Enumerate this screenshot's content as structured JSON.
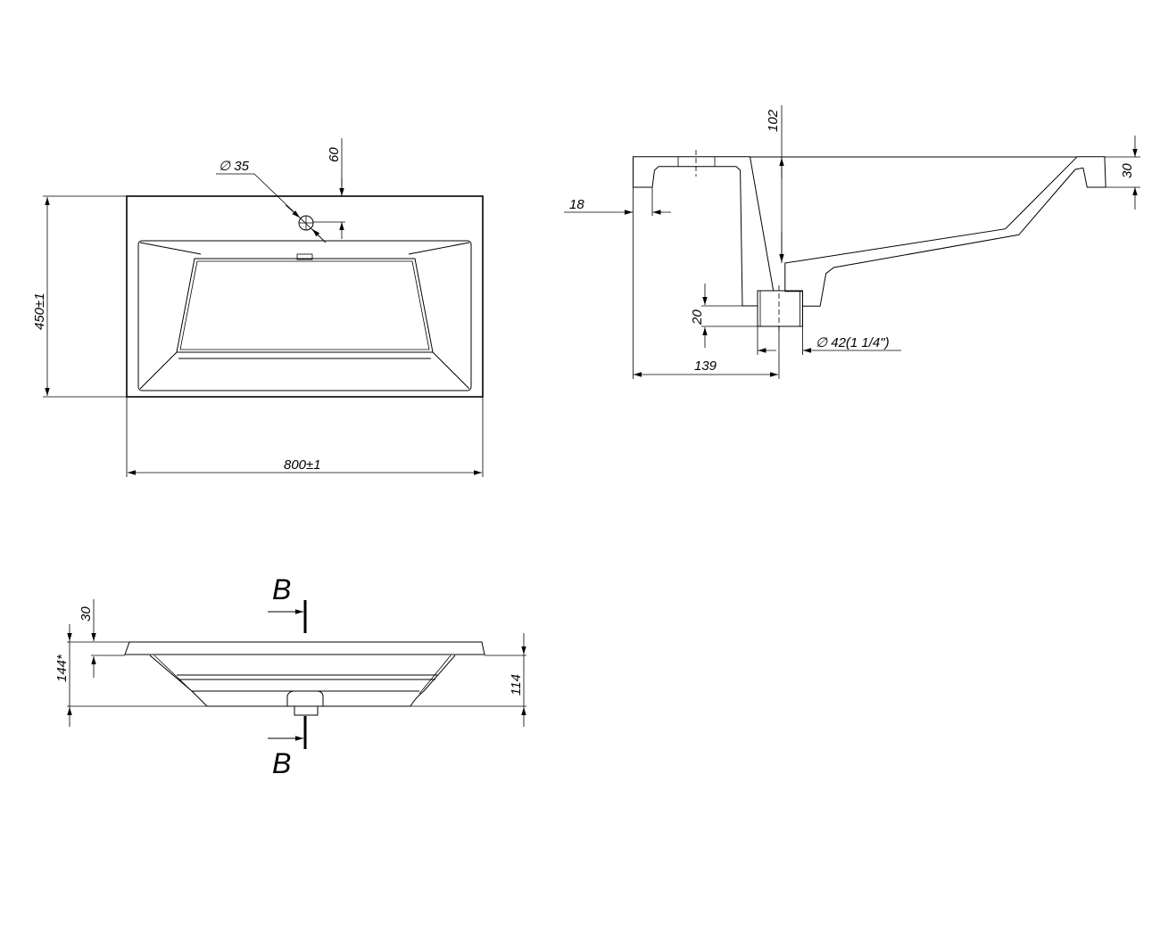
{
  "top_view": {
    "hole_diameter": "∅ 35",
    "hole_offset": "60",
    "depth_dim": "450±1",
    "width_dim": "800±1"
  },
  "section_view": {
    "bowl_depth": "102",
    "rim_thickness": "30",
    "edge_offset": "18",
    "drain_height": "20",
    "drain_position": "139",
    "drain_diameter": "∅ 42(1 1/4\")"
  },
  "front_view": {
    "total_height": "144*",
    "rim_thickness": "30",
    "bowl_height": "114",
    "section_mark_top": "B",
    "section_mark_bottom": "B"
  }
}
